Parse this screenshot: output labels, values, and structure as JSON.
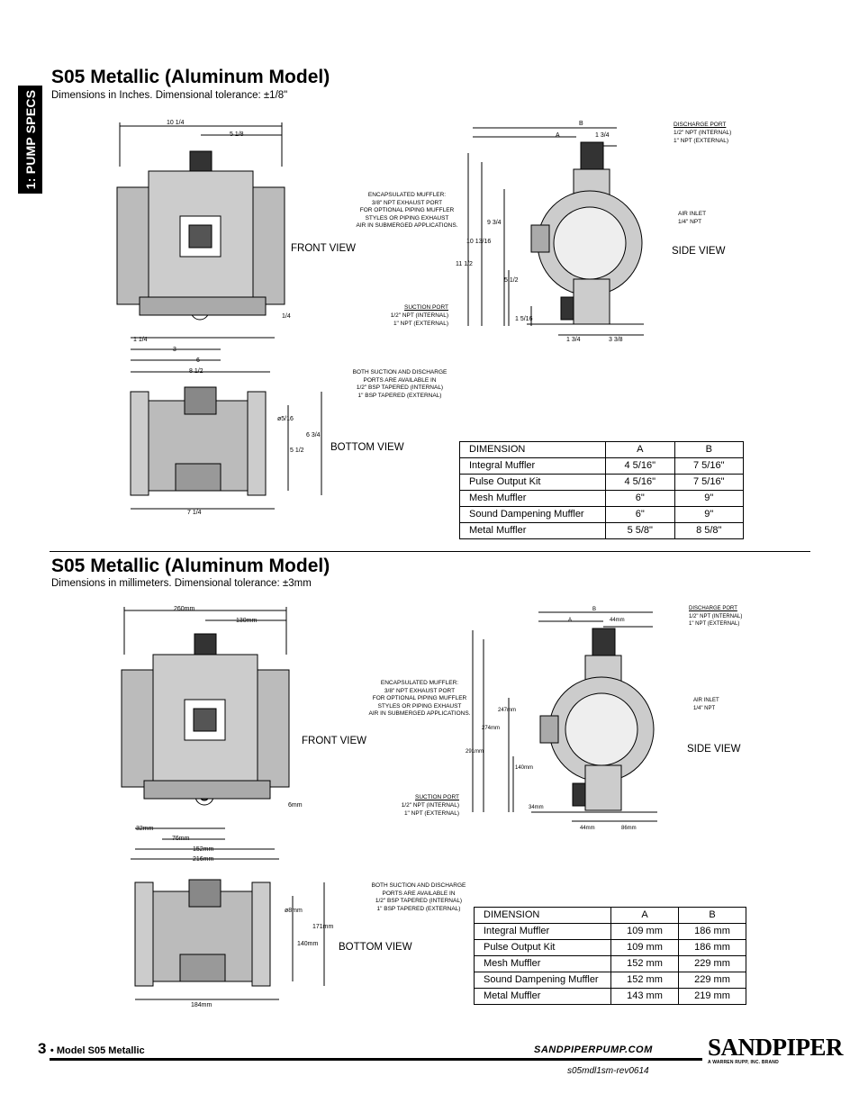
{
  "side_tab": "1: PUMP SPECS",
  "sections": {
    "inches": {
      "title": "S05 Metallic (Aluminum Model)",
      "subtitle": "Dimensions in Inches.   Dimensional tolerance: ±1/8\"",
      "labels": {
        "front_view": "FRONT VIEW",
        "side_view": "SIDE VIEW",
        "bottom_view": "BOTTOM VIEW",
        "discharge_port": "DISCHARGE PORT",
        "discharge_line1": "1/2\" NPT (INTERNAL)",
        "discharge_line2": "1\" NPT (EXTERNAL)",
        "muffler_1": "ENCAPSULATED MUFFLER:",
        "muffler_2": "3/8\" NPT EXHAUST PORT",
        "muffler_3": "FOR OPTIONAL PIPING MUFFLER",
        "muffler_4": "STYLES OR PIPING EXHAUST",
        "muffler_5": "AIR IN SUBMERGED APPLICATIONS.",
        "air_inlet": "AIR INLET",
        "air_inlet_size": "1/4\" NPT",
        "suction_port": "SUCTION PORT",
        "suction_line1": "1/2\" NPT (INTERNAL)",
        "suction_line2": "1\" NPT (EXTERNAL)",
        "both_1": "BOTH SUCTION AND DISCHARGE",
        "both_2": "PORTS ARE AVAILABLE IN",
        "both_3": "1/2\" BSP TAPERED (INTERNAL)",
        "both_4": "1\" BSP TAPERED (EXTERNAL)"
      },
      "dims": {
        "d1": "10 1/4",
        "d2": "5 1/8",
        "d3": "1/4",
        "d4": "1 1/4",
        "d5": "3",
        "d6": "6",
        "d7": "8 1/2",
        "d8": "ø5/16",
        "d9": "6 3/4",
        "d10": "5 1/2",
        "d11": "7 1/4",
        "sB": "B",
        "sA": "A",
        "s1": "1 3/4",
        "s2": "9 3/4",
        "s3": "10 13/16",
        "s4": "11 1/2",
        "s5": "5 1/2",
        "s6": "1 5/16",
        "s7": "1 3/4",
        "s8": "3 3/8"
      },
      "table": {
        "headers": [
          "DIMENSION",
          "A",
          "B"
        ],
        "rows": [
          [
            "Integral Muffler",
            "4 5/16\"",
            "7 5/16\""
          ],
          [
            "Pulse Output Kit",
            "4 5/16\"",
            "7 5/16\""
          ],
          [
            "Mesh Muffler",
            "6\"",
            "9\""
          ],
          [
            "Sound Dampening Muffler",
            "6\"",
            "9\""
          ],
          [
            "Metal Muffler",
            "5 5/8\"",
            "8 5/8\""
          ]
        ]
      }
    },
    "mm": {
      "title": "S05 Metallic (Aluminum Model)",
      "subtitle": "Dimensions in millimeters.   Dimensional tolerance: ±3mm",
      "labels": {
        "front_view": "FRONT VIEW",
        "side_view": "SIDE VIEW",
        "bottom_view": "BOTTOM VIEW",
        "discharge_port": "DISCHARGE PORT",
        "discharge_line1": "1/2\" NPT (INTERNAL)",
        "discharge_line2": "1\" NPT (EXTERNAL)",
        "muffler_1": "ENCAPSULATED MUFFLER:",
        "muffler_2": "3/8\" NPT EXHAUST PORT",
        "muffler_3": "FOR OPTIONAL PIPING MUFFLER",
        "muffler_4": "STYLES OR PIPING EXHAUST",
        "muffler_5": "AIR IN SUBMERGED APPLICATIONS.",
        "air_inlet": "AIR INLET",
        "air_inlet_size": "1/4\" NPT",
        "suction_port": "SUCTION PORT",
        "suction_line1": "1/2\" NPT (INTERNAL)",
        "suction_line2": "1\" NPT (EXTERNAL)",
        "both_1": "BOTH SUCTION AND DISCHARGE",
        "both_2": "PORTS ARE AVAILABLE IN",
        "both_3": "1/2\" BSP TAPERED (INTERNAL)",
        "both_4": "1\" BSP TAPERED (EXTERNAL)"
      },
      "dims": {
        "d1": "260mm",
        "d2": "130mm",
        "d3": "6mm",
        "d4": "32mm",
        "d5": "76mm",
        "d6": "152mm",
        "d7": "216mm",
        "d8": "ø8mm",
        "d9": "171mm",
        "d10": "140mm",
        "d11": "184mm",
        "sB": "B",
        "sA": "A",
        "s1": "44mm",
        "s2": "247mm",
        "s3": "274mm",
        "s4": "291mm",
        "s5": "140mm",
        "s6": "34mm",
        "s7": "44mm",
        "s8": "86mm"
      },
      "table": {
        "headers": [
          "DIMENSION",
          "A",
          "B"
        ],
        "rows": [
          [
            "Integral Muffler",
            "109 mm",
            "186 mm"
          ],
          [
            "Pulse Output Kit",
            "109 mm",
            "186 mm"
          ],
          [
            "Mesh Muffler",
            "152 mm",
            "229 mm"
          ],
          [
            "Sound Dampening Muffler",
            "152 mm",
            "229 mm"
          ],
          [
            "Metal Muffler",
            "143 mm",
            "219 mm"
          ]
        ]
      }
    }
  },
  "footer": {
    "page_number": "3",
    "model_text": "• Model S05 Metallic",
    "website": "SANDPIPERPUMP.COM",
    "doc_code": "s05mdl1sm-rev0614",
    "brand": "SANDPIPER",
    "brand_sub": "A WARREN RUPP, INC. BRAND"
  }
}
